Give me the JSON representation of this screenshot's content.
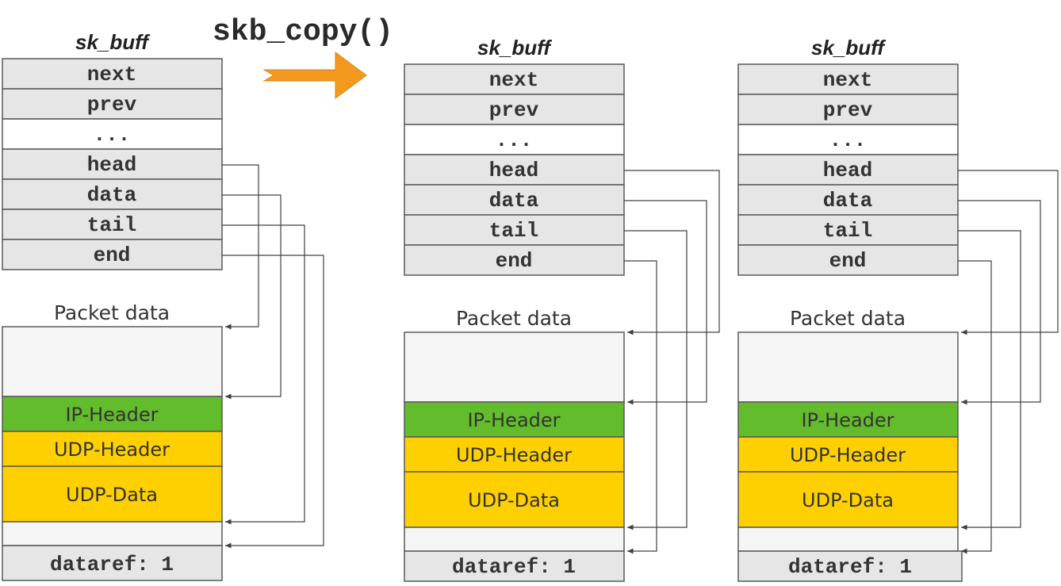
{
  "operation": "skb_copy()",
  "colors": {
    "field_bg": "#e6e6e6",
    "ellipsis_bg": "#ffffff",
    "packet_bg": "#f5f5f5",
    "ip_header": "#63bc2b",
    "udp": "#ffd000",
    "arrow": "#f39a1e",
    "border": "#595959"
  },
  "structs": [
    {
      "title": "sk_buff",
      "fields": [
        "next",
        "prev",
        "...",
        "head",
        "data",
        "tail",
        "end"
      ],
      "packet_label": "Packet data",
      "segments": [
        "IP-Header",
        "UDP-Header",
        "UDP-Data"
      ],
      "dataref": "dataref: 1"
    },
    {
      "title": "sk_buff",
      "fields": [
        "next",
        "prev",
        "...",
        "head",
        "data",
        "tail",
        "end"
      ],
      "packet_label": "Packet data",
      "segments": [
        "IP-Header",
        "UDP-Header",
        "UDP-Data"
      ],
      "dataref": "dataref: 1"
    },
    {
      "title": "sk_buff",
      "fields": [
        "next",
        "prev",
        "...",
        "head",
        "data",
        "tail",
        "end"
      ],
      "packet_label": "Packet data",
      "segments": [
        "IP-Header",
        "UDP-Header",
        "UDP-Data"
      ],
      "dataref": "dataref: 1"
    }
  ]
}
